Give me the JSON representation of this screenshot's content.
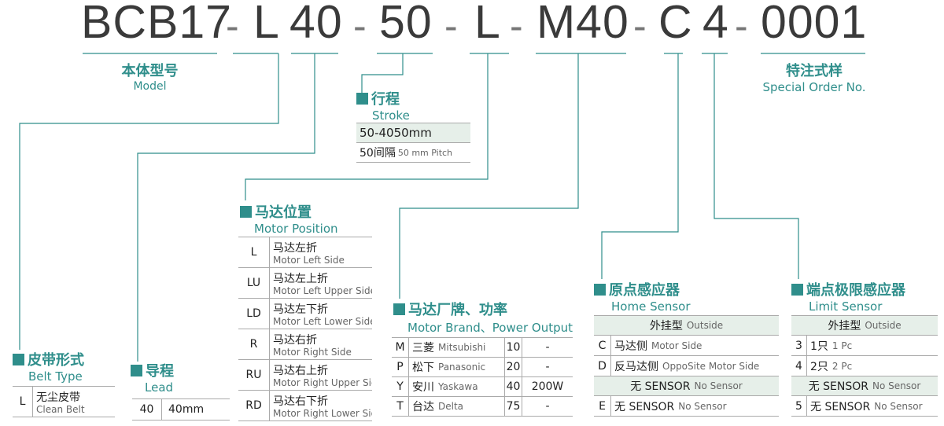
{
  "code": {
    "series": "BCB17",
    "lead": "L",
    "lead_val": "40",
    "stroke": "50",
    "motor_pos": "L",
    "motor": "M40",
    "home": "C",
    "limit": "4",
    "special": "0001",
    "dash": "-"
  },
  "model": {
    "cn": "本体型号",
    "en": "Model"
  },
  "special": {
    "cn": "特注式样",
    "en": "Special Order No."
  },
  "stroke": {
    "cn": "行程",
    "en": "Stroke",
    "range": "50-4050mm",
    "interval_cn": "50间隔",
    "interval_en": "50 mm Pitch"
  },
  "motor_position": {
    "cn": "马达位置",
    "en": "Motor Position",
    "rows": [
      {
        "code": "L",
        "cn": "马达左折",
        "en": "Motor Left Side"
      },
      {
        "code": "LU",
        "cn": "马达左上折",
        "en": "Motor Left Upper Side"
      },
      {
        "code": "LD",
        "cn": "马达左下折",
        "en": "Motor Left Lower Side"
      },
      {
        "code": "R",
        "cn": "马达右折",
        "en": "Motor Right Side"
      },
      {
        "code": "RU",
        "cn": "马达右上折",
        "en": "Motor Right Upper Side"
      },
      {
        "code": "RD",
        "cn": "马达右下折",
        "en": "Motor Right Lower Side"
      }
    ]
  },
  "motor_brand": {
    "cn": "马达厂牌、功率",
    "en": "Motor Brand、Power Output",
    "rows": [
      {
        "code": "M",
        "cn": "三菱",
        "en": "Mitsubishi",
        "num": "10",
        "power": "-"
      },
      {
        "code": "P",
        "cn": "松下",
        "en": "Panasonic",
        "num": "20",
        "power": "-"
      },
      {
        "code": "Y",
        "cn": "安川",
        "en": "Yaskawa",
        "num": "40",
        "power": "200W"
      },
      {
        "code": "T",
        "cn": "台达",
        "en": "Delta",
        "num": "75",
        "power": "-"
      }
    ]
  },
  "belt": {
    "cn": "皮带形式",
    "en": "Belt Type",
    "row": {
      "code": "L",
      "cn": "无尘皮带",
      "en": "Clean Belt"
    }
  },
  "lead": {
    "cn": "导程",
    "en": "Lead",
    "row": {
      "code": "40",
      "val": "40mm"
    }
  },
  "home_sensor": {
    "cn": "原点感应器",
    "en": "Home Sensor",
    "outside_cn": "外挂型",
    "outside_en": "Outside",
    "rows": [
      {
        "code": "C",
        "cn": "马达侧",
        "en": "Motor Side"
      },
      {
        "code": "D",
        "cn": "反马达侧",
        "en": "OppoSite Motor Side"
      }
    ],
    "none_cn": "无 SENSOR",
    "none_en": "No Sensor",
    "none_row": {
      "code": "E",
      "cn": "无 SENSOR",
      "en": "No Sensor"
    }
  },
  "limit_sensor": {
    "cn": "端点极限感应器",
    "en": "Limit Sensor",
    "outside_cn": "外挂型",
    "outside_en": "Outside",
    "rows": [
      {
        "code": "3",
        "cn": "1只",
        "en": "1 Pc"
      },
      {
        "code": "4",
        "cn": "2只",
        "en": "2 Pc"
      }
    ],
    "none_cn": "无 SENSOR",
    "none_en": "No Sensor",
    "none_row": {
      "code": "5",
      "cn": "无 SENSOR",
      "en": "No Sensor"
    }
  }
}
